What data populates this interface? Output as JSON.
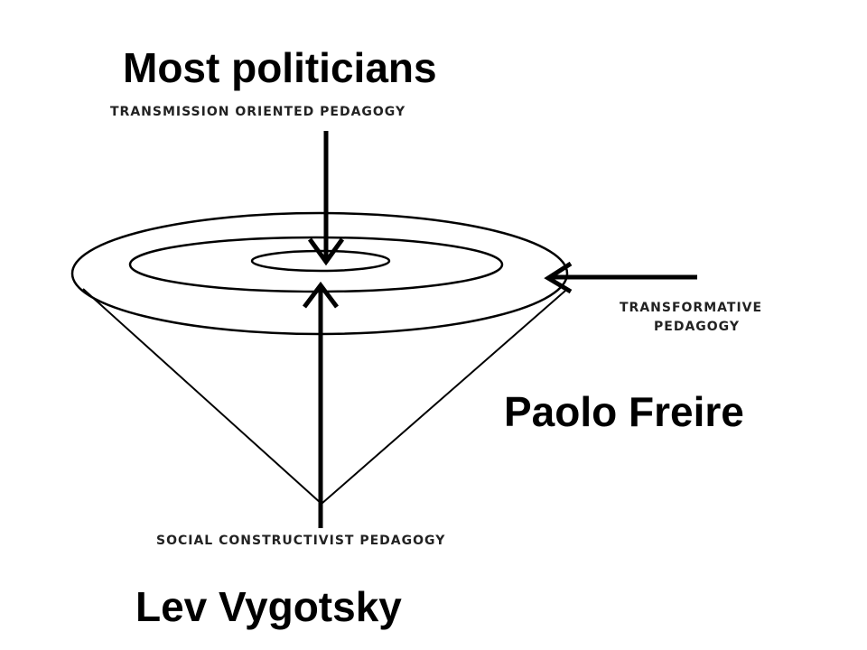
{
  "labels": {
    "top_actor": "Most politicians",
    "transmission": "TRANSMISSION ORIENTED PEDAGOGY",
    "transformative_line1": "TRANSFORMATIVE",
    "transformative_line2": "PEDAGOGY",
    "right_actor": "Paolo Freire",
    "social": "SOCIAL CONSTRUCTIVIST PEDAGOGY",
    "bottom_actor": "Lev Vygotsky"
  },
  "colors": {
    "ink": "#000000",
    "small_text": "#222222",
    "background": "#ffffff"
  }
}
